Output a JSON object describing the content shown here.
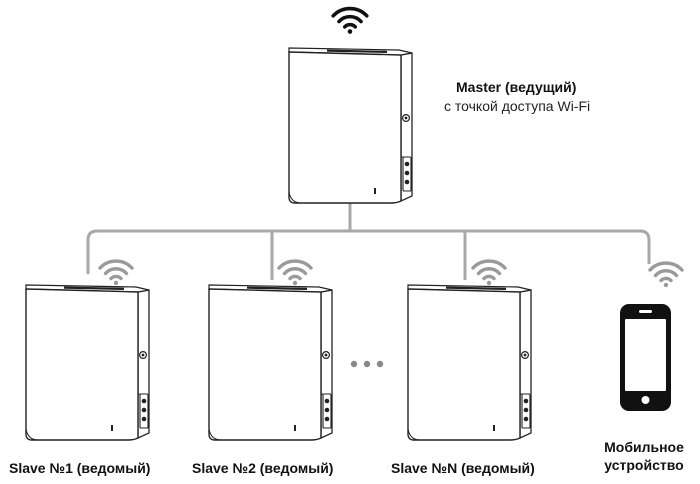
{
  "master": {
    "title": "Master (ведущий)",
    "subtitle": "с точкой доступа Wi-Fi",
    "icon": "wifi-icon"
  },
  "slaves": [
    {
      "label": "Slave №1 (ведомый)"
    },
    {
      "label": "Slave №2 (ведомый)"
    },
    {
      "label": "Slave №N (ведомый)"
    }
  ],
  "mobile": {
    "line1": "Мобильное",
    "line2": "устройство",
    "icon": "smartphone-icon"
  },
  "colors": {
    "connector": "#a8a8a8",
    "wifi": "#9a9a9a",
    "master_wifi": "#111111",
    "device_stroke": "#222222",
    "phone": "#111111"
  }
}
